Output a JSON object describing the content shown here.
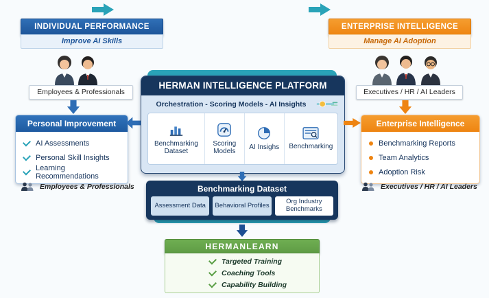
{
  "individual": {
    "header": "INDIVIDUAL PERFORMANCE",
    "subtitle": "Improve AI Skills",
    "audience": "Employees & Professionals",
    "panel": {
      "title": "Personal Improvement",
      "items": [
        "AI Assessments",
        "Personal Skill Insights",
        "Learning Recommendations"
      ]
    },
    "footer": "Employees & Professionals"
  },
  "enterprise": {
    "header": "ENTERPRISE INTELLIGENCE",
    "subtitle": "Manage AI Adoption",
    "audience": "Executives / HR / AI Leaders",
    "panel": {
      "title": "Enterprise Intelligence",
      "items": [
        "Benchmarking Reports",
        "Team Analytics",
        "Adoption Risk"
      ]
    },
    "footer": "Executives / HR / AI Leaders"
  },
  "platform": {
    "title": "HERMAN INTELLIGENCE PLATFORM",
    "subtitle": "Orchestration - Scoring Models - AI Insights",
    "modules": [
      {
        "label": "Benchmarking Dataset",
        "icon": "bar-chart-icon"
      },
      {
        "label": "Scoring Models",
        "icon": "gauge-icon"
      },
      {
        "label": "AI Insighs",
        "icon": "pie-chart-icon"
      },
      {
        "label": "Benchmarking",
        "icon": "table-search-icon"
      }
    ]
  },
  "dataset": {
    "title": "Benchmarking Dataset",
    "items": [
      "Assessment Data",
      "Behavioral Profiles",
      "Org Industry Benchmarks"
    ]
  },
  "hermanlearn": {
    "title": "HERMANLEARN",
    "items": [
      "Targeted Training",
      "Coaching Tools",
      "Capability Building"
    ]
  },
  "colors": {
    "blue": "#1f5fa8",
    "navy": "#17365d",
    "orange": "#ee8411",
    "teal": "#2aa3b8",
    "green": "#61a046",
    "light_blue": "#d9e6f4"
  }
}
